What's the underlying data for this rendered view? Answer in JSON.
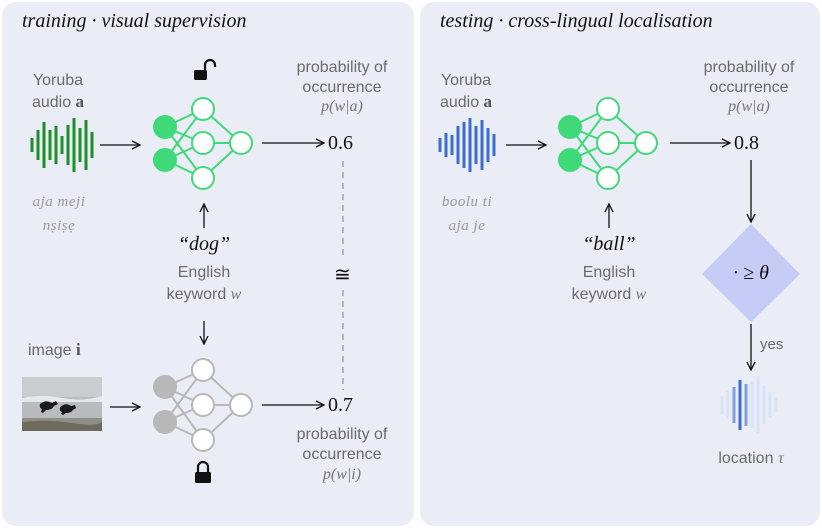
{
  "left": {
    "title": "training · visual supervision",
    "audio_label": [
      "Yoruba",
      "audio"
    ],
    "audio_var": "a",
    "transcript": [
      "aja meji",
      "nṣiṣẹ"
    ],
    "keyword": "“dog”",
    "keyword_label": [
      "English",
      "keyword"
    ],
    "keyword_var": "w",
    "prob_top_label": [
      "probability of",
      "occurrence"
    ],
    "prob_top_expr": "p(w|a)",
    "prob_top_value": "0.6",
    "approx_symbol": "≅",
    "image_label": "image",
    "image_var": "i",
    "prob_bottom_value": "0.7",
    "prob_bottom_label": [
      "probability of",
      "occurrence"
    ],
    "prob_bottom_expr": "p(w|i)",
    "unlocked_icon": "unlocked-lock-icon",
    "locked_icon": "lock-icon"
  },
  "right": {
    "title": "testing · cross-lingual localisation",
    "audio_label": [
      "Yoruba",
      "audio"
    ],
    "audio_var": "a",
    "transcript": [
      "boolu ti",
      "aja je"
    ],
    "keyword": "“ball”",
    "keyword_label": [
      "English",
      "keyword"
    ],
    "keyword_var": "w",
    "prob_label": [
      "probability of",
      "occurrence"
    ],
    "prob_expr": "p(w|a)",
    "prob_value": "0.8",
    "threshold": "· ≥ θ",
    "yes_label": "yes",
    "location_label": "location",
    "location_var": "τ"
  },
  "colors": {
    "panel_bg": "#eaedf5",
    "audio_green": "#1f8f2a",
    "net_green": "#3fd97a",
    "net_gray": "#b8b8b8",
    "audio_blue": "#3a6fd0",
    "diamond": "#c7ccf7"
  }
}
